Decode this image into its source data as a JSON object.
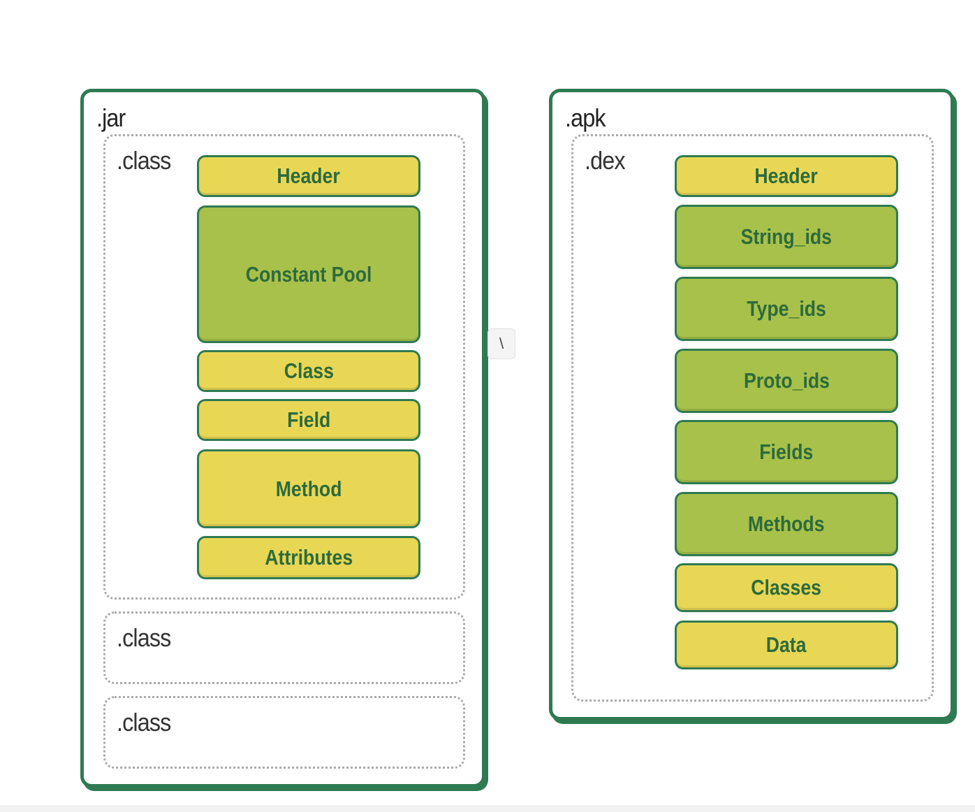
{
  "jar": {
    "label": ".jar",
    "class_main": {
      "label": ".class",
      "segments": [
        {
          "label": "Header",
          "color": "#e8d755"
        },
        {
          "label": "Constant Pool",
          "color": "#a7c14a"
        },
        {
          "label": "Class",
          "color": "#e8d755"
        },
        {
          "label": "Field",
          "color": "#e8d755"
        },
        {
          "label": "Method",
          "color": "#e8d755"
        },
        {
          "label": "Attributes",
          "color": "#e8d755"
        }
      ]
    },
    "class_2": {
      "label": ".class"
    },
    "class_3": {
      "label": ".class"
    }
  },
  "apk": {
    "label": ".apk",
    "dex": {
      "label": ".dex",
      "segments": [
        {
          "label": "Header",
          "color": "#e8d755"
        },
        {
          "label": "String_ids",
          "color": "#a7c14a"
        },
        {
          "label": "Type_ids",
          "color": "#a7c14a"
        },
        {
          "label": "Proto_ids",
          "color": "#a7c14a"
        },
        {
          "label": "Fields",
          "color": "#a7c14a"
        },
        {
          "label": "Methods",
          "color": "#a7c14a"
        },
        {
          "label": "Classes",
          "color": "#e8d755"
        },
        {
          "label": "Data",
          "color": "#e8d755"
        }
      ]
    }
  },
  "divider_glyph": "\\",
  "colors": {
    "border_green": "#2f7a52",
    "segment_yellow": "#e8d755",
    "segment_green": "#a7c14a",
    "segment_text": "#2e6a3c"
  }
}
